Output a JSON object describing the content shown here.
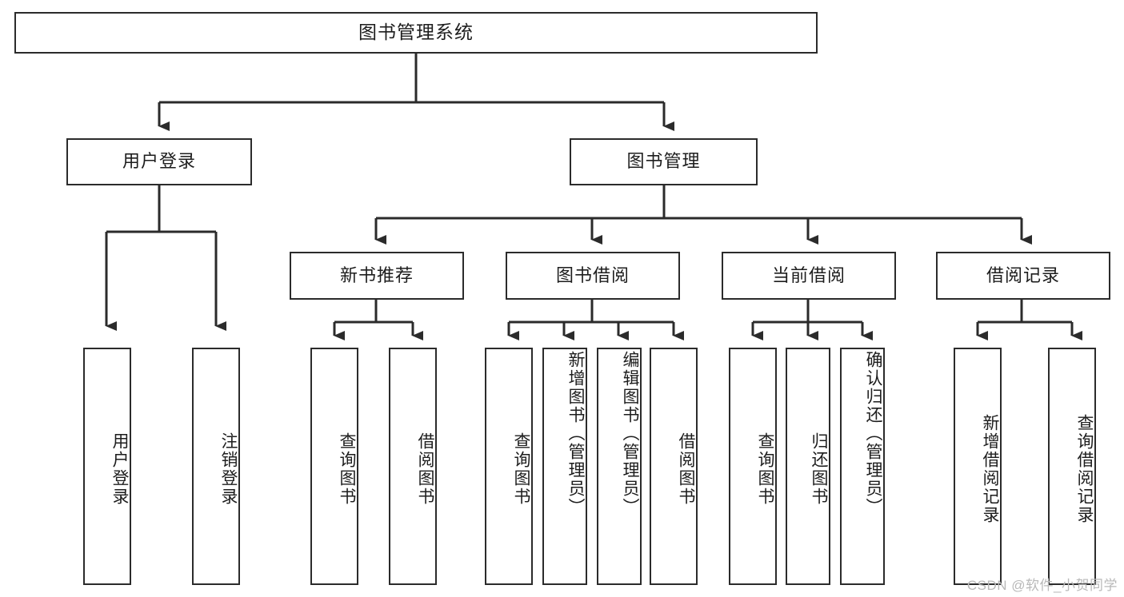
{
  "diagram": {
    "title": "图书管理系统",
    "type": "tree",
    "watermark": "CSDN @软件_小贺同学",
    "colors": {
      "stroke": "#2b2b2b",
      "fill": "#ffffff",
      "text": "#1d1d1d",
      "watermark": "#b9b9b9"
    },
    "levels": {
      "root": {
        "label": "图书管理系统"
      },
      "level2": [
        {
          "label": "用户登录"
        },
        {
          "label": "图书管理"
        }
      ],
      "level3": [
        {
          "label": "新书推荐"
        },
        {
          "label": "图书借阅"
        },
        {
          "label": "当前借阅"
        },
        {
          "label": "借阅记录"
        }
      ],
      "leaves": [
        {
          "label": "用户登录",
          "parent": "用户登录"
        },
        {
          "label": "注销登录",
          "parent": "用户登录"
        },
        {
          "label": "查询图书",
          "parent": "新书推荐"
        },
        {
          "label": "借阅图书",
          "parent": "新书推荐"
        },
        {
          "label": "查询图书",
          "parent": "图书借阅"
        },
        {
          "label": "新增图书（管理员）",
          "parent": "图书借阅"
        },
        {
          "label": "编辑图书（管理员）",
          "parent": "图书借阅"
        },
        {
          "label": "借阅图书",
          "parent": "图书借阅"
        },
        {
          "label": "查询图书",
          "parent": "当前借阅"
        },
        {
          "label": "归还图书",
          "parent": "当前借阅"
        },
        {
          "label": "确认归还（管理员）",
          "parent": "当前借阅"
        },
        {
          "label": "新增借阅记录",
          "parent": "借阅记录"
        },
        {
          "label": "查询借阅记录",
          "parent": "借阅记录"
        }
      ]
    }
  }
}
